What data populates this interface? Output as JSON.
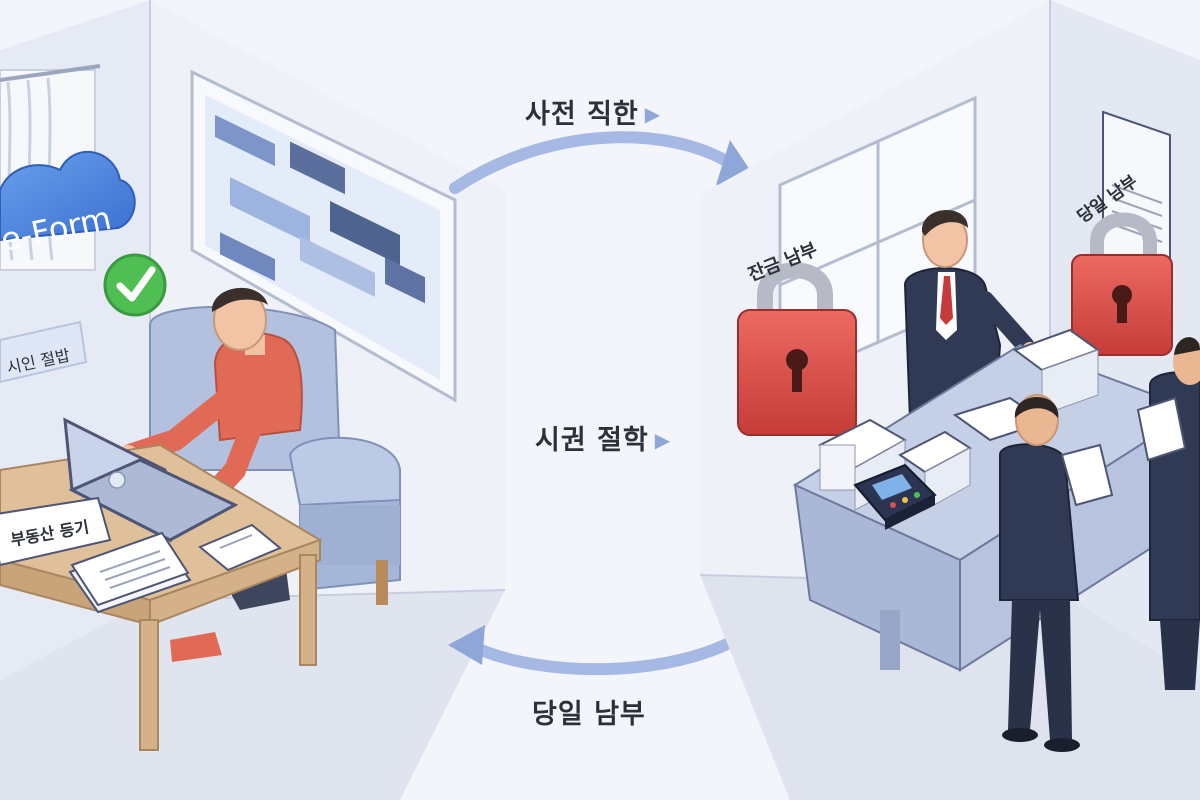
{
  "flow": {
    "top_label": "사전 직한",
    "middle_label": "시권 절학",
    "bottom_label": "당일 남부"
  },
  "left_room": {
    "cloud_text": "e-Form",
    "badge_text": "시인 절밥",
    "desk_sign": "부동산 등기"
  },
  "right_room": {
    "lock1_label": "잔금 남부",
    "lock2_label": "당일 남부"
  },
  "colors": {
    "accent_blue": "#4a7fd6",
    "lock_red": "#e0504a",
    "check_green": "#4fbf54",
    "sweater": "#e06a55",
    "suit": "#303a55"
  }
}
